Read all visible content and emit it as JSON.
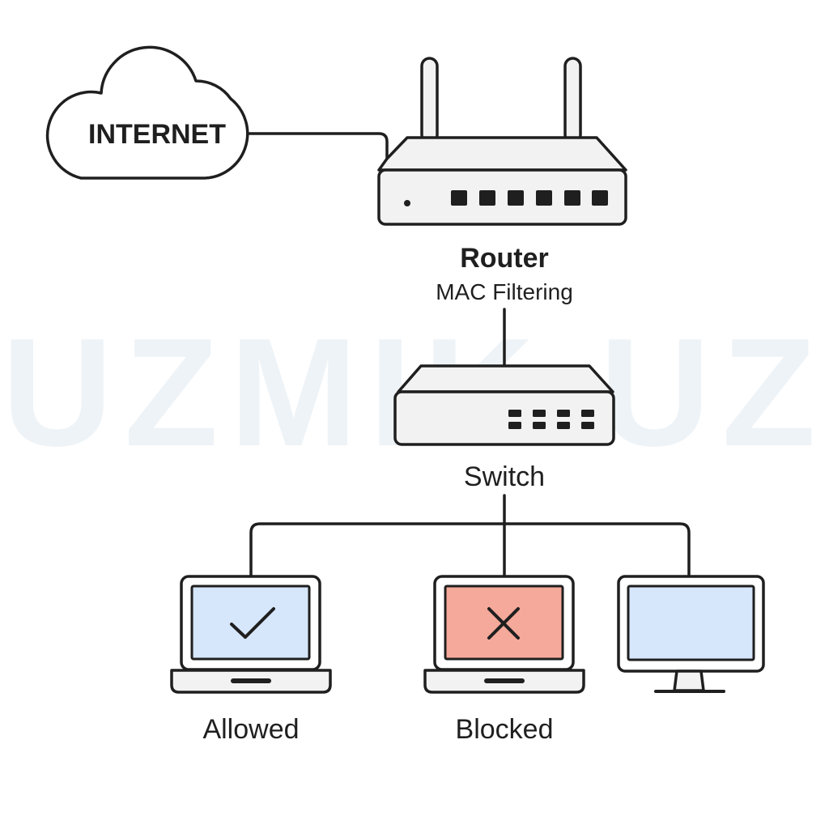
{
  "watermark": "UZMIK.UZ",
  "nodes": {
    "internet": {
      "label": "INTERNET",
      "icon": "cloud-icon"
    },
    "router": {
      "label": "Router",
      "sublabel": "MAC Filtering",
      "icon": "router-icon"
    },
    "switch": {
      "label": "Switch",
      "icon": "switch-icon"
    },
    "laptop_allowed": {
      "label": "Allowed",
      "icon": "laptop-icon",
      "status_icon": "checkmark-icon",
      "screen_color": "#d6e6fb"
    },
    "laptop_blocked": {
      "label": "Blocked",
      "icon": "laptop-icon",
      "status_icon": "x-mark-icon",
      "screen_color": "#f5a99a"
    },
    "desktop": {
      "label": "",
      "icon": "monitor-icon",
      "screen_color": "#d6e6fb"
    }
  },
  "colors": {
    "stroke": "#1f1f1f",
    "device_body": "#f2f2f2",
    "port": "#1f1f1f",
    "watermark": "#eef3f7"
  }
}
